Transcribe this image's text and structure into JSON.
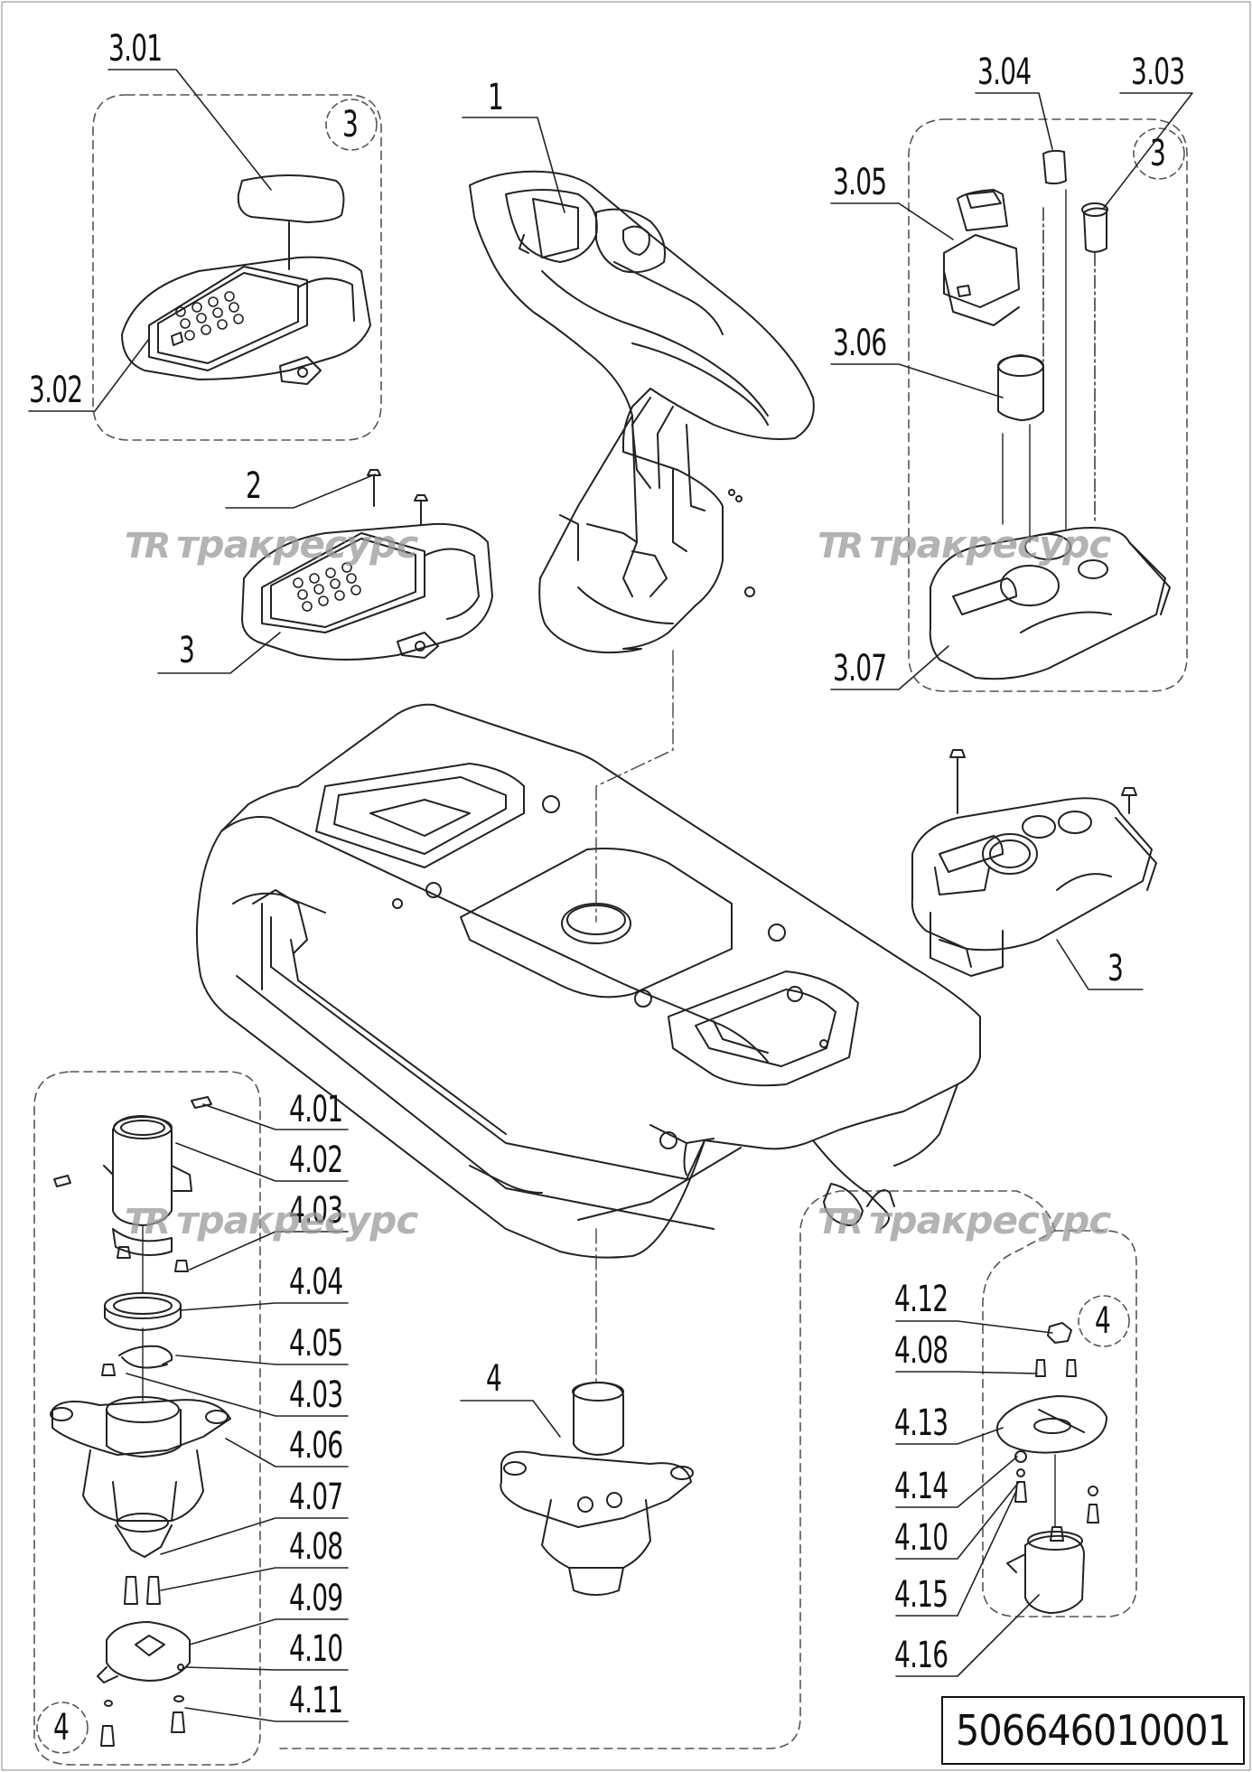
{
  "document_number": "506646010001",
  "watermark": {
    "logo": "TR",
    "text": "тракресурс"
  },
  "labels": {
    "l1": "1",
    "l2": "2",
    "l3a": "3",
    "l3b": "3",
    "l301": "3.01",
    "l302": "3.02",
    "l303": "3.03",
    "l304": "3.04",
    "l305": "3.05",
    "l306": "3.06",
    "l307": "3.07",
    "l4a": "4",
    "l401": "4.01",
    "l402": "4.02",
    "l403a": "4.03",
    "l403b": "4.03",
    "l404": "4.04",
    "l405": "4.05",
    "l406": "4.06",
    "l407": "4.07",
    "l408a": "4.08",
    "l408b": "4.08",
    "l409": "4.09",
    "l410a": "4.10",
    "l410b": "4.10",
    "l411": "4.11",
    "l412": "4.12",
    "l413": "4.13",
    "l414": "4.14",
    "l415": "4.15",
    "l416": "4.16"
  },
  "group_markers": {
    "g3a": "3",
    "g3b": "3",
    "g4a": "4",
    "g4b": "4"
  }
}
